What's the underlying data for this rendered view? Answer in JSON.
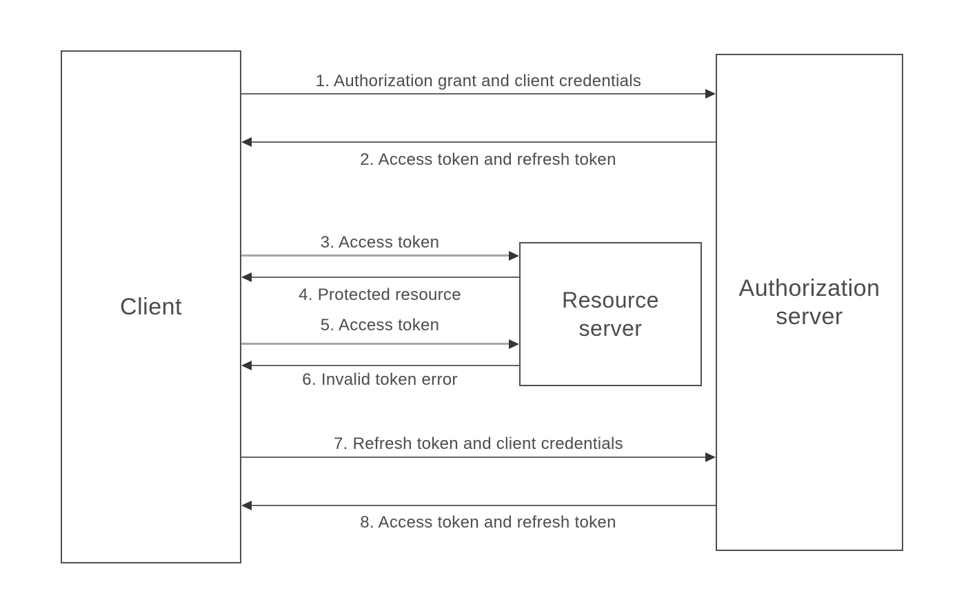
{
  "diagram_type": "sequence-flow",
  "nodes": {
    "client": {
      "label": "Client"
    },
    "resource_server": {
      "label": "Resource server"
    },
    "authorization_server": {
      "label": "Authorization server"
    }
  },
  "arrows": [
    {
      "step": 1,
      "label": "1. Authorization grant and client credentials",
      "from": "client",
      "to": "authorization_server",
      "direction": "right"
    },
    {
      "step": 2,
      "label": "2. Access token and refresh token",
      "from": "authorization_server",
      "to": "client",
      "direction": "left"
    },
    {
      "step": 3,
      "label": "3. Access token",
      "from": "client",
      "to": "resource_server",
      "direction": "right"
    },
    {
      "step": 4,
      "label": "4. Protected resource",
      "from": "resource_server",
      "to": "client",
      "direction": "left"
    },
    {
      "step": 5,
      "label": "5. Access token",
      "from": "client",
      "to": "resource_server",
      "direction": "right"
    },
    {
      "step": 6,
      "label": "6. Invalid token error",
      "from": "resource_server",
      "to": "client",
      "direction": "left"
    },
    {
      "step": 7,
      "label": "7. Refresh token and client credentials",
      "from": "client",
      "to": "authorization_server",
      "direction": "right"
    },
    {
      "step": 8,
      "label": "8. Access token and refresh token",
      "from": "authorization_server",
      "to": "client",
      "direction": "left"
    }
  ],
  "colors": {
    "background": "#ffffff",
    "box_border": "#4e4f51",
    "text": "#4b4c4e",
    "arrow_line": "#636467",
    "arrow_line_light": "#a4a6a9",
    "arrow_head": "#343538"
  }
}
